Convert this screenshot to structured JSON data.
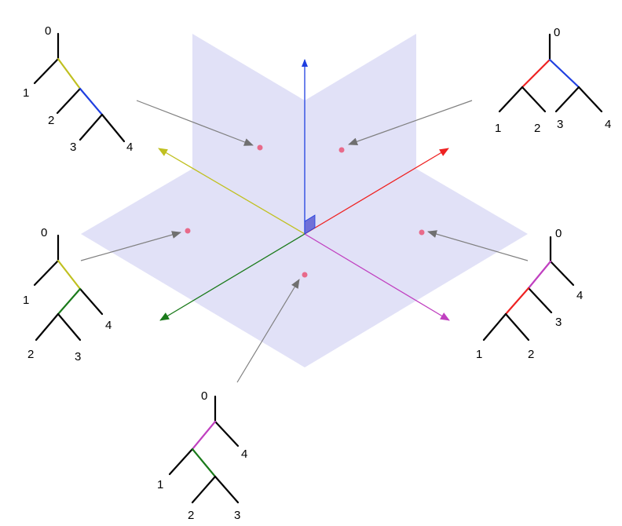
{
  "trees": [
    {
      "id": "top-left",
      "labels": [
        "0",
        "1",
        "2",
        "3",
        "4"
      ],
      "edge_colors": [
        "yellow",
        "blue"
      ]
    },
    {
      "id": "top-right",
      "labels": [
        "0",
        "1",
        "2",
        "3",
        "4"
      ],
      "edge_colors": [
        "red",
        "blue"
      ]
    },
    {
      "id": "middle-left",
      "labels": [
        "0",
        "1",
        "2",
        "3",
        "4"
      ],
      "edge_colors": [
        "yellow",
        "green"
      ]
    },
    {
      "id": "middle-right",
      "labels": [
        "0",
        "1",
        "2",
        "3",
        "4"
      ],
      "edge_colors": [
        "magenta",
        "red"
      ]
    },
    {
      "id": "bottom",
      "labels": [
        "0",
        "1",
        "2",
        "3",
        "4"
      ],
      "edge_colors": [
        "magenta",
        "green"
      ]
    }
  ],
  "colors": {
    "plane_fill": "#c8c8f0",
    "axis_blue": "#1f3fe0",
    "axis_red": "#ee2222",
    "axis_yellow": "#c0c020",
    "axis_green": "#1a7a1a",
    "axis_magenta": "#c040c0",
    "pointer": "#808080",
    "point": "#e86a8a",
    "edge": "#000000"
  }
}
